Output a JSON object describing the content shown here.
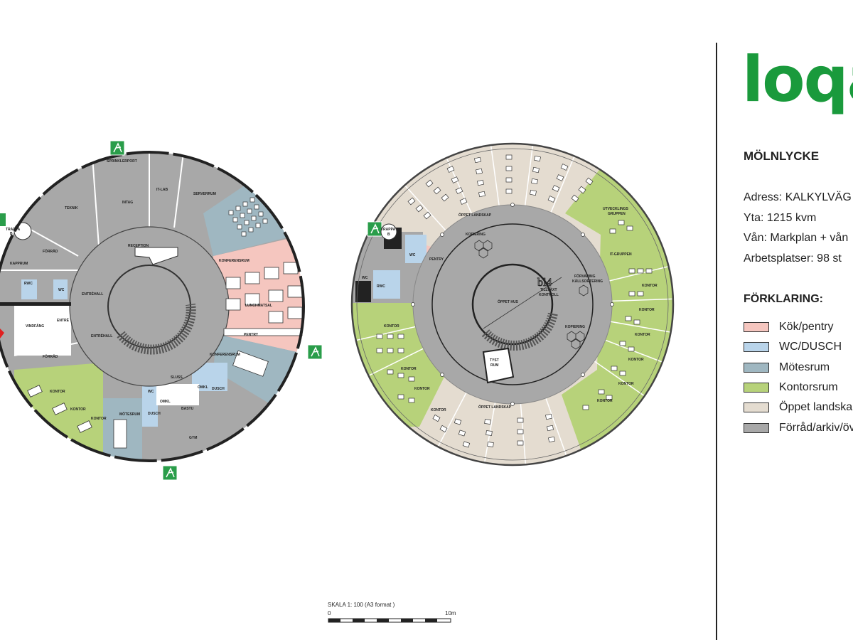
{
  "brand": {
    "logo_text": "loqal",
    "color": "#1a9a3c"
  },
  "site": {
    "name": "MÖLNLYCKE"
  },
  "info": [
    {
      "label": "Adress:",
      "value": "KALKYLVÄG"
    },
    {
      "label": "Yta:",
      "value": "1215 kvm"
    },
    {
      "label": "Vån:",
      "value": "Markplan + vån"
    },
    {
      "label": "Arbetsplatser:",
      "value": "98 st"
    }
  ],
  "legend": {
    "title": "FÖRKLARING:",
    "items": [
      {
        "label": "Kök/pentry",
        "color": "#f5c6bf"
      },
      {
        "label": "WC/DUSCH",
        "color": "#b9d4ea"
      },
      {
        "label": "Mötesrum",
        "color": "#9fb7c1"
      },
      {
        "label": "Kontorsrum",
        "color": "#b7d27a"
      },
      {
        "label": "Öppet landska",
        "color": "#e4dcd0"
      },
      {
        "label": "Förråd/arkiv/öv",
        "color": "#a8a8a8"
      }
    ]
  },
  "scale": {
    "label": "SKALA 1: 100 (A3 format )",
    "start": "0",
    "end": "10m"
  },
  "plan1": {
    "rooms": {
      "teknik": "TEKNIK",
      "intag": "INTAG",
      "itlab": "IT-LAB",
      "serverrum": "SERVERRUM",
      "trappa": "TRAPPA",
      "trappa_num": "B",
      "forrad1": "FÖRRÅD",
      "kapprum": "KAPPRUM",
      "reception": "RECEPTION",
      "konferensrum1": "KONFERENSRUM",
      "lunchmatsal": "LUNCHMATSAL",
      "pentry": "PENTRY",
      "entrehall1": "ENTRÉHALL",
      "entrehall2": "ENTRÉHALL",
      "entre": "ENTRÉ",
      "vindfang": "VINDFÅNG",
      "forrad2": "FÖRRÅD",
      "konferensrum2": "KONFERENSRUM",
      "kontor1": "KONTOR",
      "kontor2": "KONTOR",
      "kontor3": "KONTOR",
      "motesrum": "MÖTESRUM",
      "sluss": "SLUSS",
      "omkl1": "OMKL",
      "omkl2": "OMKL",
      "dusch1": "DUSCH",
      "dusch2": "DUSCH",
      "bastu": "BASTU",
      "gym": "GYM",
      "wc1": "WC",
      "wc2": "WC",
      "rwc": "RWC",
      "sprinkler": "SPRINKLERPORT"
    }
  },
  "plan2": {
    "rooms": {
      "trappa": "TRAPPA",
      "trappa_num": "B",
      "wc1": "WC",
      "wc2": "WC",
      "pentry": "PENTRY",
      "rwc": "RWC",
      "kopiering1": "KOPIERING",
      "kopiering2": "KOPIERING",
      "oppet1": "ÖPPET LANDSKAP",
      "oppet2": "ÖPPET LANDSKAP",
      "oppet_hus": "ÖPPET HUS",
      "utveckling1": "UTVECKLINGS",
      "utveckling2": "GRUPPEN",
      "itgruppen": "IT-GRUPPEN",
      "kontor1": "KONTOR",
      "kontor2": "KONTOR",
      "kontor3": "KONTOR",
      "kontor4": "KONTOR",
      "kontor5": "KONTOR",
      "kontor6": "KONTOR",
      "kontor7": "KONTOR",
      "kontor8": "KONTOR",
      "kontor9": "KONTOR",
      "kontor10": "KONTOR",
      "forvaring1": "FÖRVARING",
      "forvaring2": "KÄLLSORTERING",
      "tillvaxt1": "TILLVÄXT",
      "tillvaxt2": "KONTROLL",
      "tyst1": "TYST",
      "tyst2": "RUM",
      "handwriting": "bl4"
    }
  }
}
